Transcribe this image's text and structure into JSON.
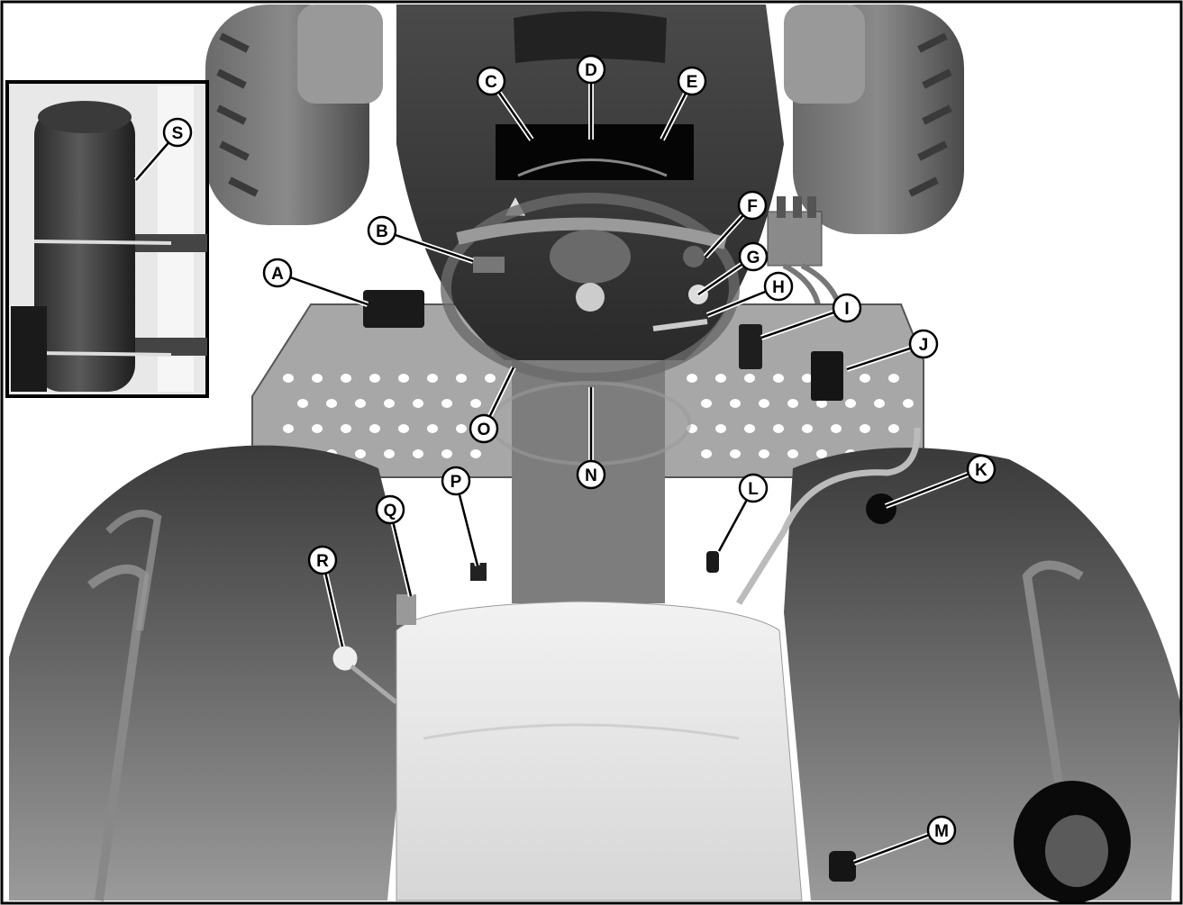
{
  "figure": {
    "colors": {
      "background": "#ffffff",
      "border": "#000000",
      "callout_fill": "#ffffff",
      "callout_stroke": "#000000",
      "body_dark": "#3c3c3c",
      "body_mid": "#7a7a7a",
      "floor_plate": "#a9a9a9",
      "seat": "#e8e8e8",
      "tire": "#555555"
    },
    "inset": {
      "label": "S",
      "component": "reservoir-canister"
    },
    "callouts": [
      {
        "label": "A",
        "component": "left-pedal-control"
      },
      {
        "label": "B",
        "component": "dash-switch-left"
      },
      {
        "label": "C",
        "component": "gauge-left"
      },
      {
        "label": "D",
        "component": "gauge-center"
      },
      {
        "label": "E",
        "component": "gauge-right"
      },
      {
        "label": "F",
        "component": "dash-switch-right"
      },
      {
        "label": "G",
        "component": "ignition-key"
      },
      {
        "label": "H",
        "component": "lever-right-of-column"
      },
      {
        "label": "I",
        "component": "right-pedal-control"
      },
      {
        "label": "J",
        "component": "far-right-pedal"
      },
      {
        "label": "K",
        "component": "right-lever-knob"
      },
      {
        "label": "L",
        "component": "small-right-lever"
      },
      {
        "label": "M",
        "component": "rear-right-knob"
      },
      {
        "label": "N",
        "component": "steering-column"
      },
      {
        "label": "O",
        "component": "steering-wheel"
      },
      {
        "label": "P",
        "component": "small-left-lever"
      },
      {
        "label": "Q",
        "component": "seat-left-lever"
      },
      {
        "label": "R",
        "component": "left-lever-ball"
      },
      {
        "label": "S",
        "component": "reservoir-canister"
      }
    ]
  }
}
